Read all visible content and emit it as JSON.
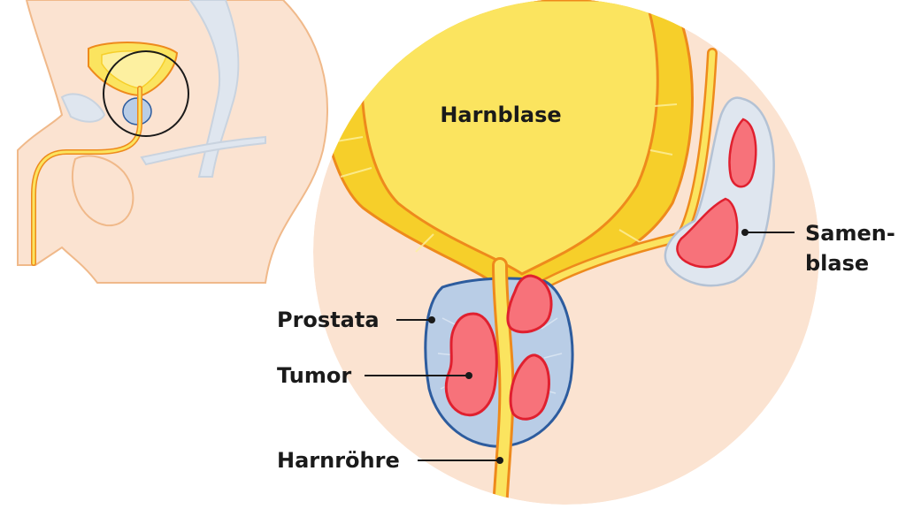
{
  "labels": {
    "bladder": "Harnblase",
    "seminal_vesicle_line1": "Samen-",
    "seminal_vesicle_line2": "blase",
    "prostate": "Prostata",
    "tumor": "Tumor",
    "urethra": "Harnröhre"
  },
  "colors": {
    "skin": "#fbe3d1",
    "skin_outline": "#f0b98a",
    "bladder_fill": "#fbe45f",
    "bladder_wall": "#f6cf2a",
    "organ_outline": "#ee8a1c",
    "prostate_fill": "#b9cde6",
    "prostate_outline": "#2d5c9e",
    "tumor_fill": "#f7727a",
    "tumor_outline": "#e0202f",
    "bone": "#dfe6ef",
    "text": "#1a1a1a"
  }
}
